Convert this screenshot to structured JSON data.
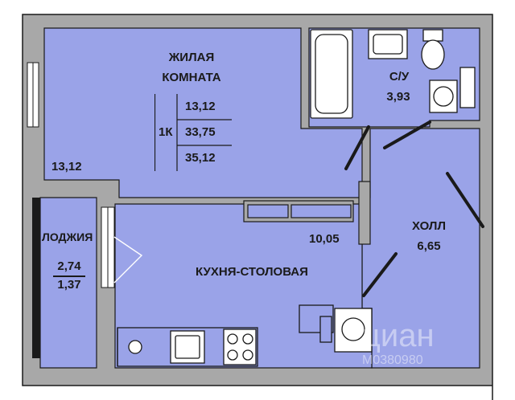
{
  "rooms": {
    "living": {
      "name_line1": "ЖИЛАЯ",
      "name_line2": "КОМНАТА",
      "area": "13,12"
    },
    "bathroom": {
      "name": "С/У",
      "area": "3,93"
    },
    "hall": {
      "name": "ХОЛЛ",
      "area": "6,65"
    },
    "kitchen": {
      "name": "КУХНЯ-СТОЛОВАЯ",
      "area": "10,05"
    },
    "loggia": {
      "name": "ЛОДЖИЯ",
      "area": "2,74",
      "area_reduced": "1,37"
    }
  },
  "summary_table": {
    "type": "1К",
    "living_area": "13,12",
    "total_area": "33,75",
    "total_with_loggia": "35,12"
  },
  "watermark": {
    "brand": "циан",
    "code": "M0380980"
  },
  "colors": {
    "floor": "#9aa3e8",
    "wall": "#a8a8a8",
    "outline": "#1a1a1a",
    "fixture": "#ffffff"
  }
}
